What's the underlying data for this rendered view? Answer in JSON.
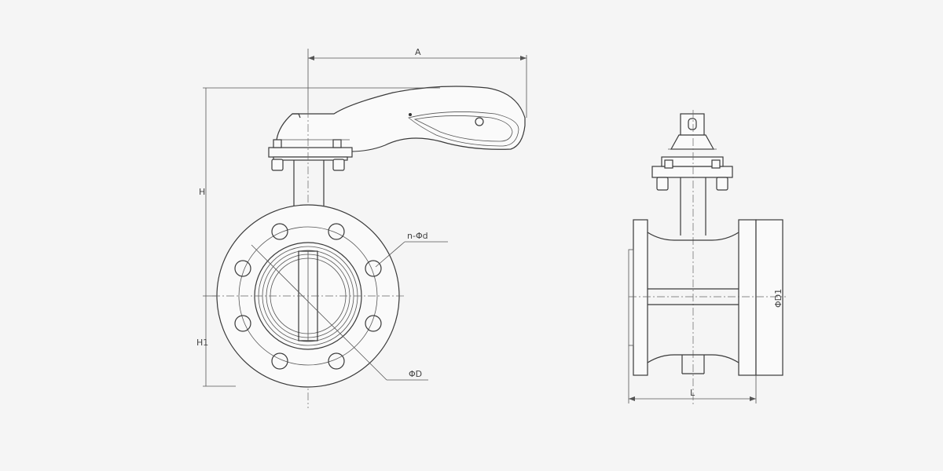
{
  "dimensions": {
    "handle_length": "A",
    "overall_height": "H",
    "lower_height": "H1",
    "bolt_holes": "n-Φd",
    "bolt_circle": "ΦD",
    "flange_diameter": "ΦD1",
    "face_length": "L"
  }
}
